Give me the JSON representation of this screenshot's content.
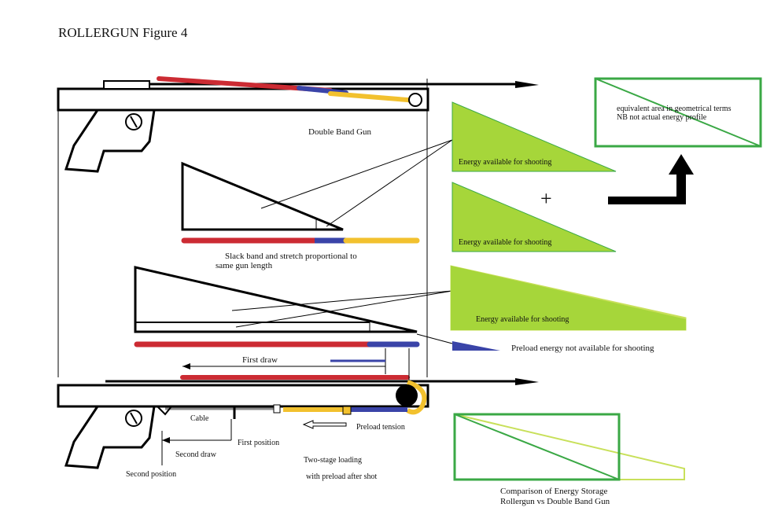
{
  "title": "ROLLERGUN Figure 4",
  "labels": {
    "double_band_gun": "Double Band Gun",
    "energy_available_1": "Energy available for shooting",
    "energy_available_2": "Energy available for shooting",
    "energy_available_3": "Energy available for shooting",
    "plus": "+",
    "equivalent_area_1": "equivalent area in geometrical terms",
    "equivalent_area_2": "NB not actual energy profile",
    "slack_band_1": "Slack band and stretch proportional to",
    "slack_band_2": "same gun length",
    "preload_energy": "Preload energy not available for shooting",
    "first_draw": "First draw",
    "cable": "Cable",
    "preload_tension": "Preload tension",
    "first_position": "First position",
    "second_draw": "Second draw",
    "second_position": "Second position",
    "two_stage_1": "Two-stage loading",
    "two_stage_2": "with preload after shot",
    "comparison_1": "Comparison of Energy Storage",
    "comparison_2": "Rollergun vs Double Band Gun"
  },
  "colors": {
    "band_red": "#cc2b33",
    "band_blue": "#3a44a8",
    "band_yellow": "#f2c12e",
    "energy_green": "#a6d63a",
    "box_green": "#3aa845",
    "light_green": "#c8e05a",
    "gun_outline": "#000000",
    "cable_gray": "#8a8a8a"
  }
}
